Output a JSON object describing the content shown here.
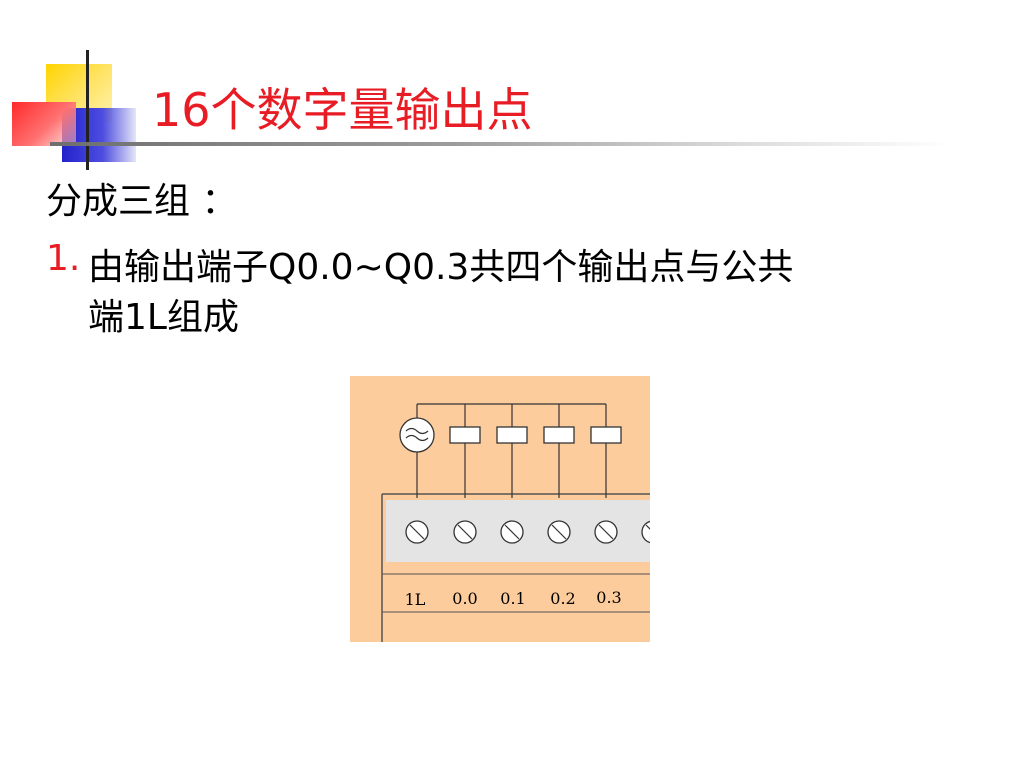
{
  "slide": {
    "title": "16个数字量输出点",
    "intro": "分成三组 ：",
    "item1": {
      "number": "1.",
      "line1": "由输出端子Q0.0~Q0.3共四个输出点与公共",
      "line2": "端1L组成"
    }
  },
  "diagram": {
    "terminal_labels": [
      "1L",
      "0.0",
      "0.1",
      "0.2",
      "0.3"
    ],
    "colors": {
      "panel": "#fccc9c",
      "strip": "#e4e4e4",
      "title": "#e81c24",
      "deco_yellow": "#ffd400",
      "deco_blue": "#2f2fd6",
      "deco_red": "#ff5050"
    },
    "icons": [
      "ac-source-icon",
      "load-icon",
      "screw-terminal-icon"
    ]
  }
}
